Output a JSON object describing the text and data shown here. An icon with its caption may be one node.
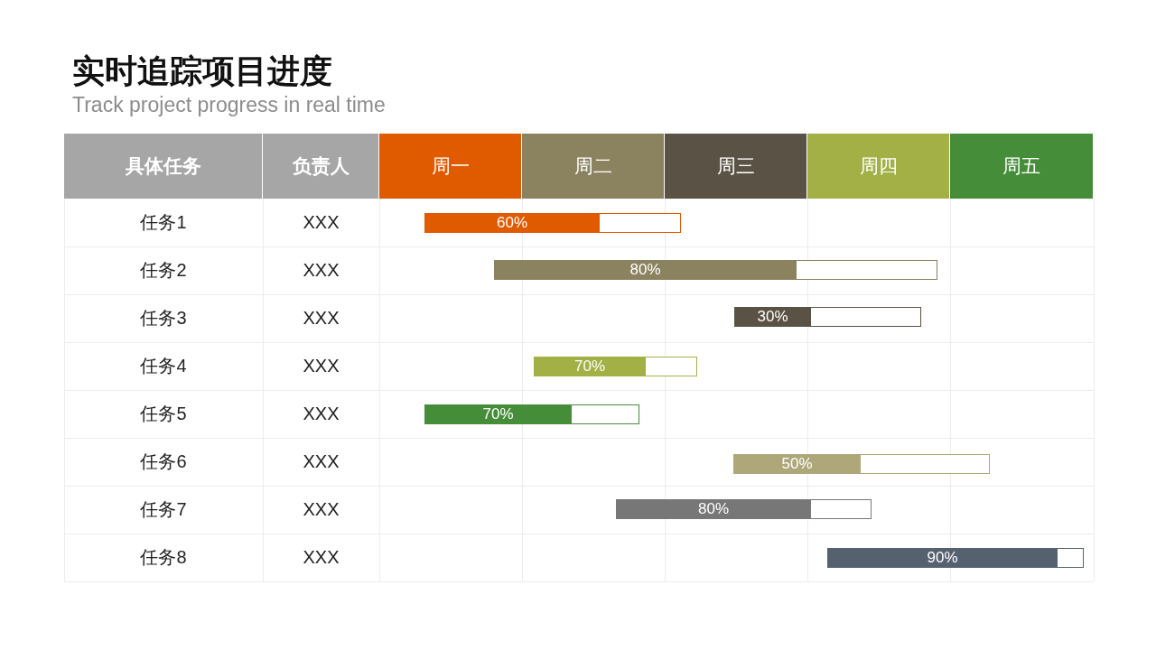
{
  "diagram": {
    "title": "实时追踪项目进度",
    "labels": [
      "Track project progress in real time",
      "具体任务",
      "负责人",
      "周一",
      "周二",
      "周三",
      "周四",
      "周五",
      "任务1",
      "XXX",
      "任务2",
      "XXX",
      "任务3",
      "XXX",
      "任务4",
      "XXX",
      "任务5",
      "XXX",
      "任务6",
      "XXX",
      "任务7",
      "XXX",
      "任务8",
      "XXX"
    ],
    "nodes": [
      {
        "text": [
          "60%"
        ]
      },
      {
        "text": [
          "80%"
        ]
      },
      {
        "text": [
          "30%"
        ]
      },
      {
        "text": [
          "70%"
        ]
      },
      {
        "text": [
          "70%"
        ]
      },
      {
        "text": [
          "50%"
        ]
      },
      {
        "text": [
          "80%"
        ]
      },
      {
        "text": [
          "90%"
        ]
      }
    ],
    "edges": []
  }
}
